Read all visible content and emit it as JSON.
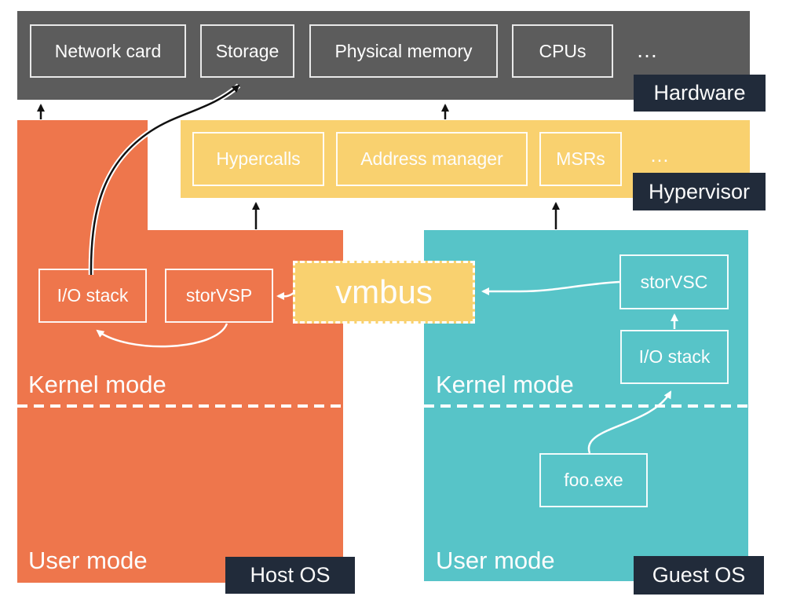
{
  "colors": {
    "hardware_gray": "#5C5C5C",
    "hypervisor_yellow": "#F9D16F",
    "host_orange": "#EE764C",
    "guest_teal": "#57C4C8",
    "tag_navy": "#212B3A",
    "arrow_black": "#111111",
    "arrow_white": "#FFFFFF"
  },
  "hardware": {
    "tag": "Hardware",
    "items": [
      {
        "label": "Network card"
      },
      {
        "label": "Storage"
      },
      {
        "label": "Physical memory"
      },
      {
        "label": "CPUs"
      },
      {
        "label": "…"
      }
    ]
  },
  "hypervisor": {
    "tag": "Hypervisor",
    "items": [
      {
        "label": "Hypercalls"
      },
      {
        "label": "Address manager"
      },
      {
        "label": "MSRs"
      },
      {
        "label": "…"
      }
    ]
  },
  "vmbus": {
    "label": "vmbus"
  },
  "host_os": {
    "tag": "Host OS",
    "kernel_mode_label": "Kernel mode",
    "user_mode_label": "User mode",
    "io_stack_label": "I/O stack",
    "storvsp_label": "storVSP"
  },
  "guest_os": {
    "tag": "Guest OS",
    "kernel_mode_label": "Kernel mode",
    "user_mode_label": "User mode",
    "storvsc_label": "storVSC",
    "io_stack_label": "I/O stack",
    "app_label": "foo.exe"
  }
}
